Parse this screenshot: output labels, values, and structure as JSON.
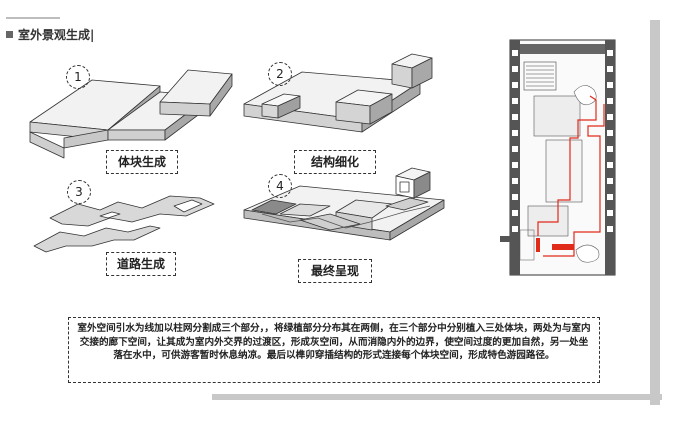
{
  "section": {
    "marker_icon": "square-bullet-icon",
    "title": "室外景观生成|"
  },
  "steps": [
    {
      "number": "1",
      "caption": "体块生成"
    },
    {
      "number": "2",
      "caption": "结构细化"
    },
    {
      "number": "3",
      "caption": "道路生成"
    },
    {
      "number": "4",
      "caption": "最终呈现"
    }
  ],
  "description": "室外空间引水为线加以柱网分割成三个部分，，将绿植部分分布其在两侧，在三个部分中分别植入三处体块，两处为与室内交接的廊下空间，让其成为室内外交界的过渡区，形成灰空间，从而消隐内外的边界，使空间过度的更加自然，另一处坐落在水中，可供游客暂时休息纳凉。最后以榫卯穿插结构的形式连接每个体块空间，形成特色游园路径。",
  "colors": {
    "path_red": "#e02a1a",
    "block_top": "#f2f2f2",
    "block_side": "#a8a8a8",
    "block_front": "#d0d0d0",
    "accent_bar": "#c8c8c8"
  }
}
